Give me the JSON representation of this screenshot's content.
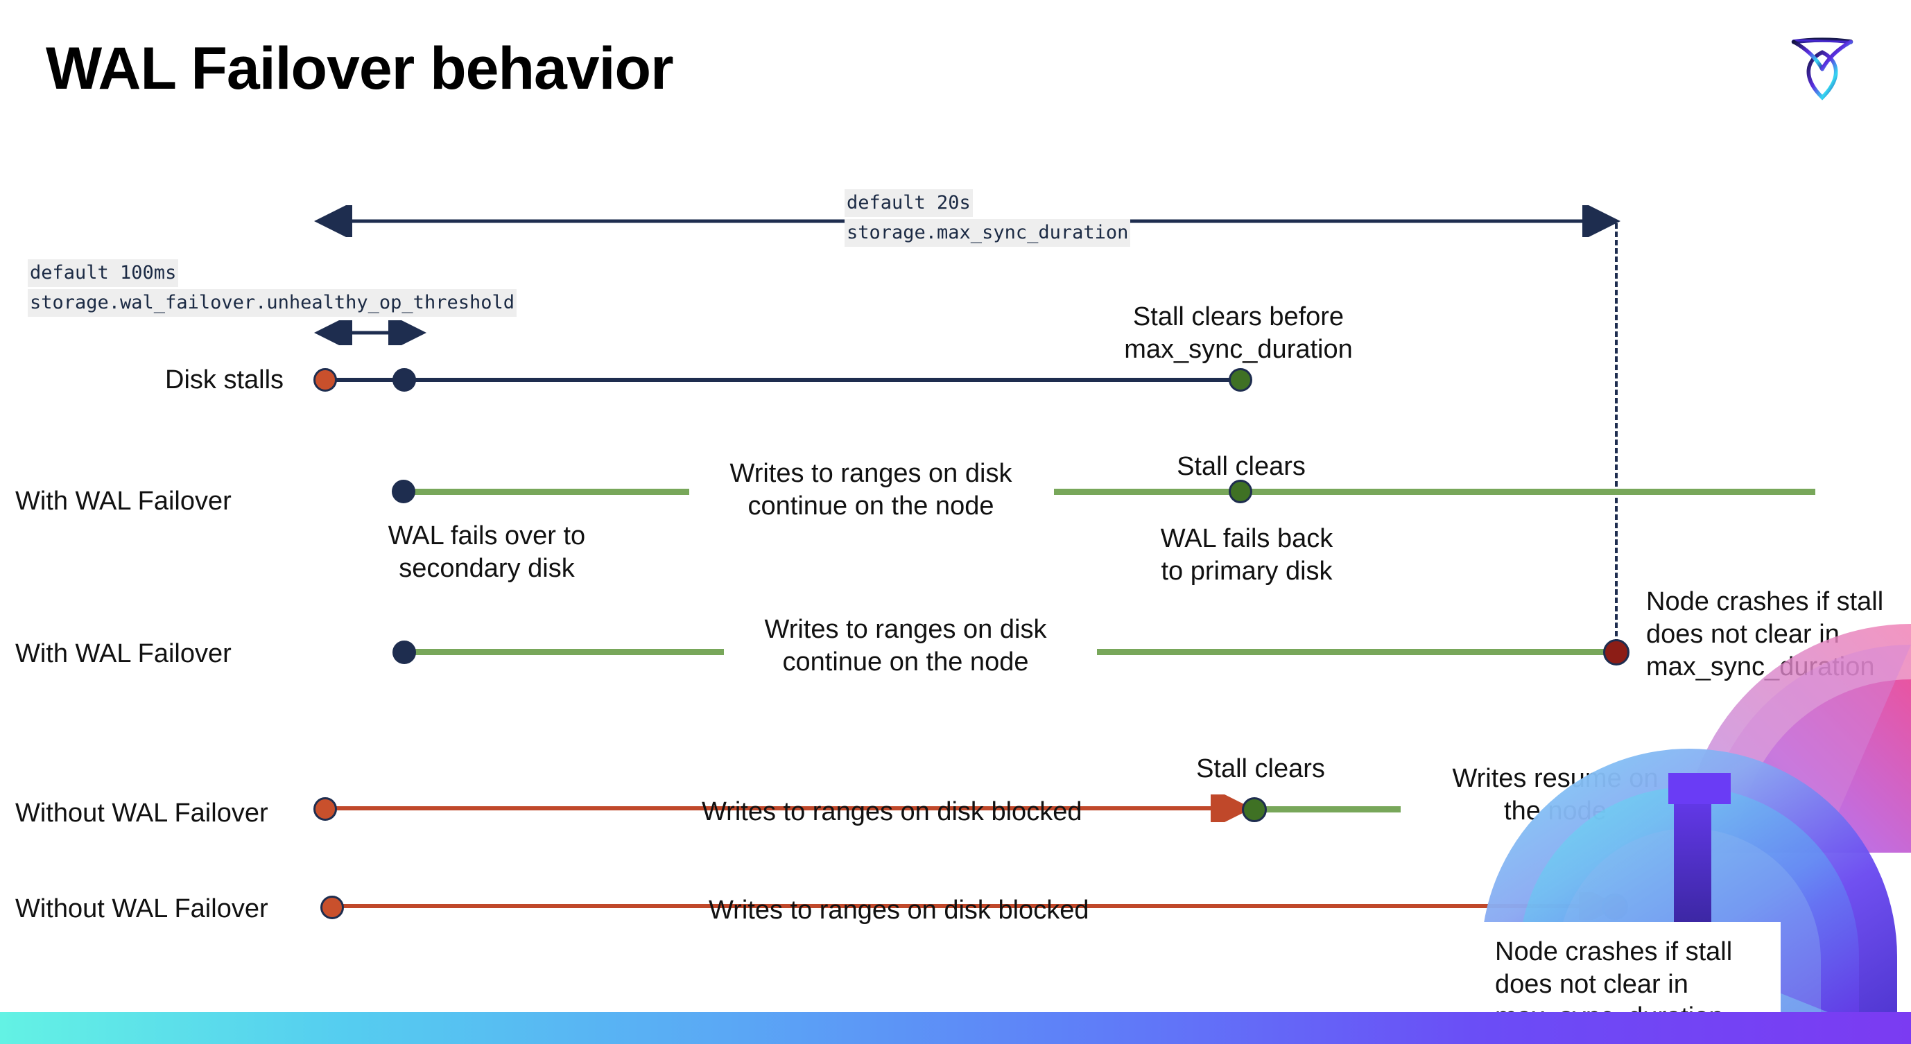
{
  "slide": {
    "title": "WAL Failover behavior",
    "logo_name": "cockroachdb-logo"
  },
  "settings": {
    "max_sync": {
      "default": "default 20s",
      "name": "storage.max_sync_duration"
    },
    "unhealthy": {
      "default": "default 100ms",
      "name": "storage.wal_failover.unhealthy_op_threshold"
    }
  },
  "rows": {
    "disk_stalls": {
      "label": "Disk stalls",
      "note": "Stall clears before\nmax_sync_duration"
    },
    "with_failover_1": {
      "label": "With WAL Failover",
      "note_start": "WAL fails over to\nsecondary disk",
      "note_middle": "Writes to ranges on disk\ncontinue on the node",
      "note_clear": "Stall clears",
      "note_back": "WAL fails  back\nto primary disk"
    },
    "with_failover_2": {
      "label": "With WAL Failover",
      "note_middle": "Writes to ranges on disk\ncontinue on the node",
      "note_crash": "Node crashes if stall\ndoes not clear in\nmax_sync_duration"
    },
    "without_failover_1": {
      "label": "Without WAL Failover",
      "note_blocked": "Writes to ranges on disk  blocked",
      "note_clear": "Stall clears",
      "note_resume": "Writes resume on\nthe node"
    },
    "without_failover_2": {
      "label": "Without WAL Failover",
      "note_blocked": "Writes to ranges on disk  blocked",
      "note_crash": "Node crashes if stall\ndoes not clear in\nmax_sync_duration"
    }
  },
  "colors": {
    "navy": "#1e2d4f",
    "orange": "#c9502c",
    "green_line": "#78a75a",
    "green_dot": "#3f7124",
    "red_line": "#c0482a",
    "dark_red_dot": "#8c1d16",
    "code_bg": "#eeeeee"
  }
}
